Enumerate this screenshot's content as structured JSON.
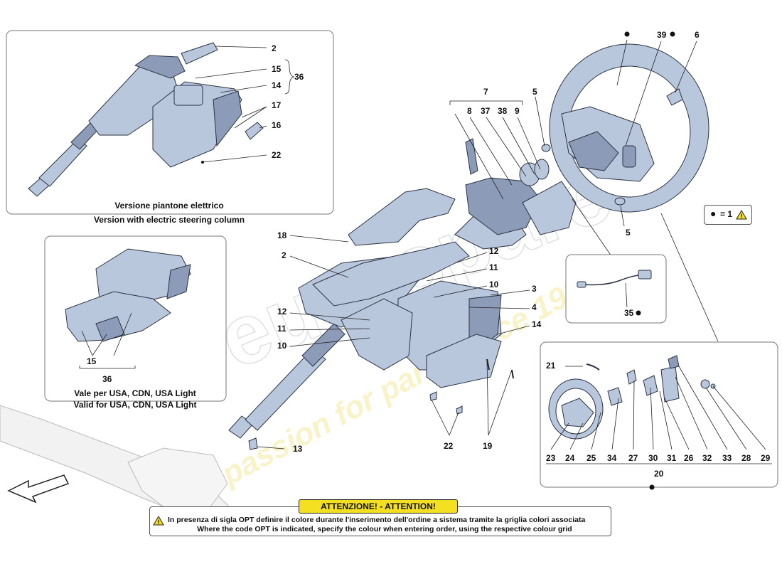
{
  "watermark": {
    "brand": "eurospares",
    "slogan": "a passion for parts since 1985"
  },
  "inset_top": {
    "caption_it": "Versione piantone elettrico",
    "caption_en": "Version with electric steering column",
    "labels": [
      "2",
      "15",
      "14",
      "36",
      "17",
      "16",
      "22"
    ]
  },
  "inset_left": {
    "caption_it": "Vale per USA, CDN, USA Light",
    "caption_en": "Valid for USA, CDN, USA Light",
    "labels": [
      "15",
      "36"
    ]
  },
  "main_labels": [
    "7",
    "8",
    "37",
    "38",
    "9",
    "5",
    "39",
    "6",
    "5",
    "18",
    "2",
    "12",
    "11",
    "10",
    "3",
    "4",
    "14",
    "12",
    "11",
    "10",
    "13",
    "22",
    "19"
  ],
  "inset_cable": {
    "label": "35"
  },
  "inset_wheel": {
    "labels": [
      "21",
      "23",
      "24",
      "25",
      "34",
      "27",
      "30",
      "31",
      "26",
      "32",
      "33",
      "28",
      "29",
      "20"
    ]
  },
  "legend": {
    "text": "= 1"
  },
  "warning": {
    "title": "ATTENZIONE! - ATTENTION!",
    "line_it": "In presenza di sigla OPT definire il colore durante l'inserimento dell'ordine a sistema tramite la griglia colori associata",
    "line_en": "Where the code OPT is indicated, specify the colour when entering order, using the respective colour grid"
  },
  "colors": {
    "part_fill": "#b9c7dd",
    "warning_yellow": "#f4e020",
    "watermark": "#f0e58a"
  }
}
